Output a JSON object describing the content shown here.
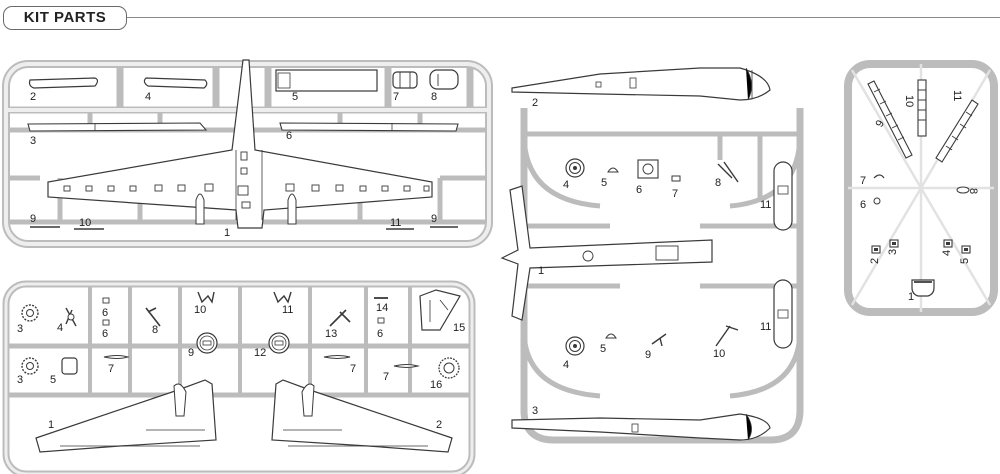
{
  "header": {
    "title": "KIT PARTS"
  },
  "colors": {
    "sprue_fill": "#e9e9e9",
    "sprue_line": "#bcbcbc",
    "part_line": "#3a3a3a",
    "text": "#222222"
  },
  "sprue_a": {
    "labels": {
      "p2": "2",
      "p4": "4",
      "p5": "5",
      "p7": "7",
      "p8": "8",
      "p3": "3",
      "p6": "6",
      "p1": "1",
      "p9a": "9",
      "p10": "10",
      "p11": "11",
      "p9b": "9"
    }
  },
  "sprue_b": {
    "labels": {
      "p3a": "3",
      "p4": "4",
      "p6a": "6",
      "p6b": "6",
      "p8": "8",
      "p10": "10",
      "p11": "11",
      "p14": "14",
      "p13": "13",
      "p6c": "6",
      "p15": "15",
      "p9": "9",
      "p12": "12",
      "p3b": "3",
      "p5": "5",
      "p7a": "7",
      "p7b": "7",
      "p7c": "7",
      "p16": "16",
      "p1": "1",
      "p2": "2"
    }
  },
  "sprue_c": {
    "labels": {
      "p2": "2",
      "p4a": "4",
      "p5a": "5",
      "p6": "6",
      "p7": "7",
      "p8": "8",
      "p11a": "11",
      "p1": "1",
      "p4b": "4",
      "p5b": "5",
      "p9": "9",
      "p10": "10",
      "p11b": "11",
      "p3": "3"
    }
  },
  "sprue_d": {
    "labels": {
      "p9": "9",
      "p10": "10",
      "p11": "11",
      "p7": "7",
      "p6": "6",
      "p8": "8",
      "p2": "2",
      "p3": "3",
      "p4": "4",
      "p5": "5",
      "p1": "1"
    }
  }
}
